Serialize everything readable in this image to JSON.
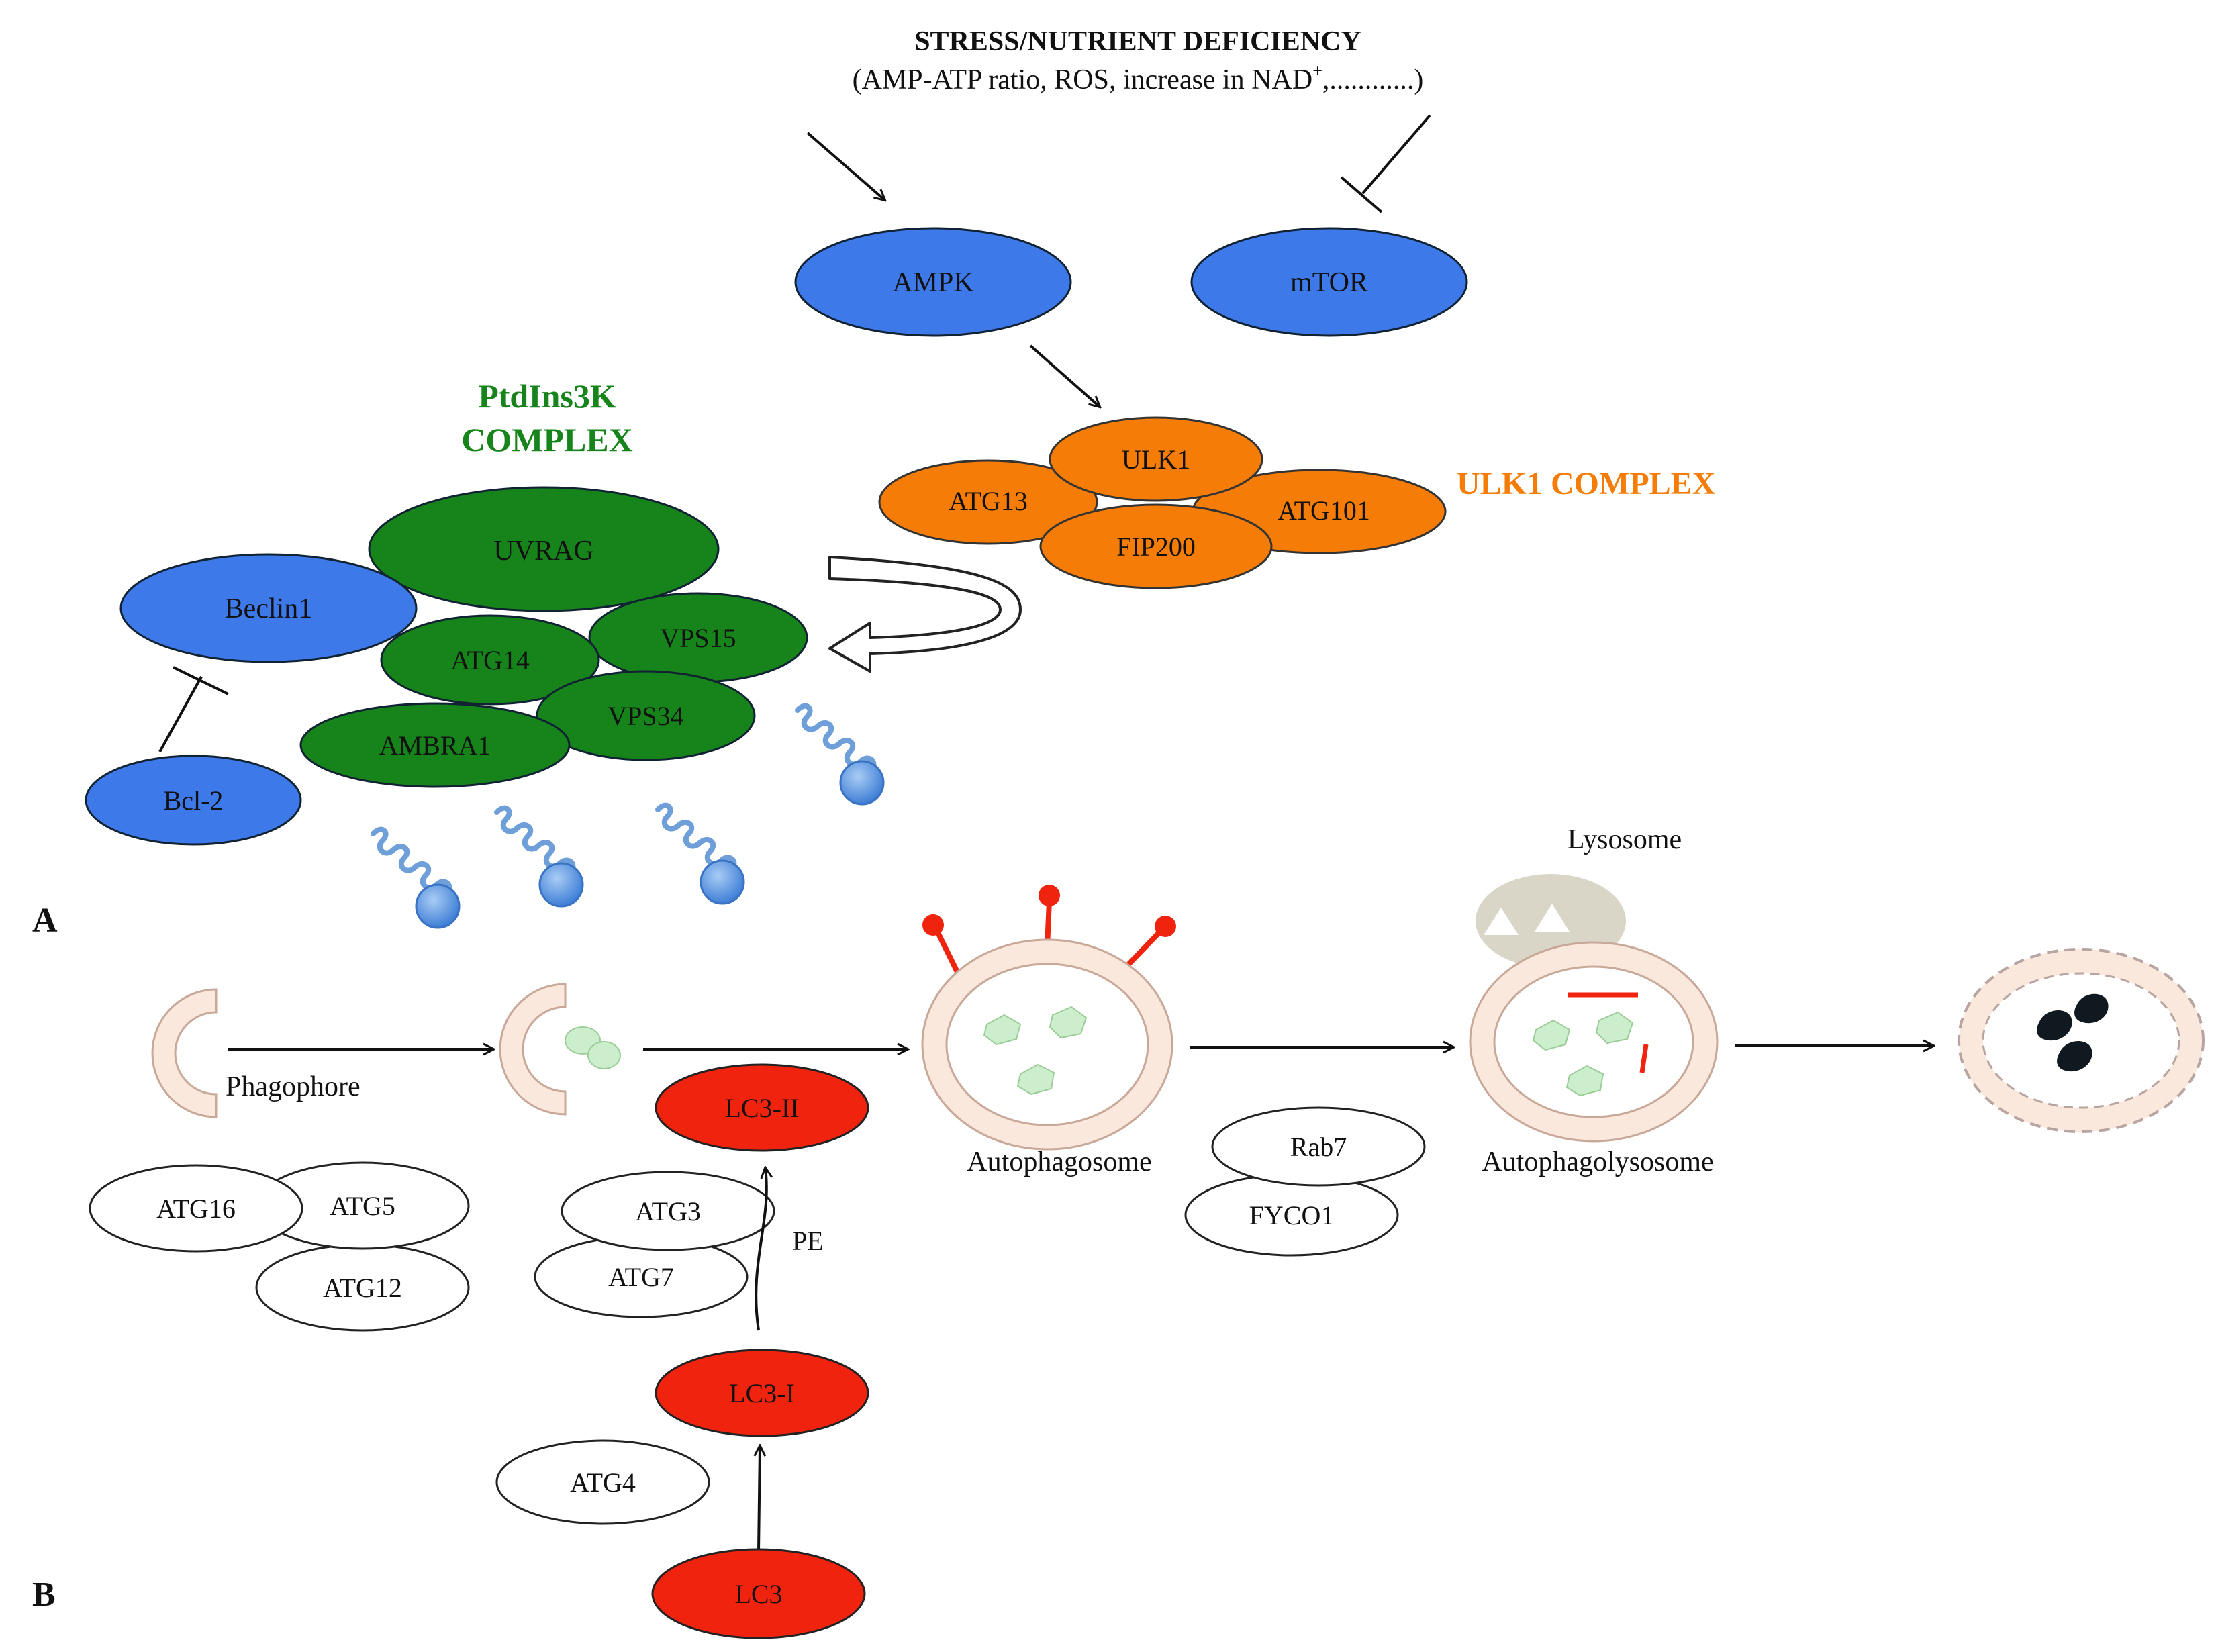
{
  "header": {
    "title": "STRESS/NUTRIENT DEFICIENCY",
    "subtitle_prefix": "(AMP-ATP ratio, ROS, increase in NAD",
    "subtitle_sup": "+",
    "subtitle_suffix": ",............)"
  },
  "panel_labels": {
    "a": "A",
    "b": "B"
  },
  "complexes": {
    "ptdins3k_line1": "PtdIns3K",
    "ptdins3k_line2": "COMPLEX",
    "ulk1": "ULK1 COMPLEX"
  },
  "proteins": {
    "ampk": "AMPK",
    "mtor": "mTOR",
    "ulk1": "ULK1",
    "atg13": "ATG13",
    "fip200": "FIP200",
    "atg101": "ATG101",
    "uvrag": "UVRAG",
    "beclin1": "Beclin1",
    "atg14": "ATG14",
    "vps15": "VPS15",
    "vps34": "VPS34",
    "ambra1": "AMBRA1",
    "bcl2": "Bcl-2",
    "atg16": "ATG16",
    "atg5": "ATG5",
    "atg12": "ATG12",
    "atg3": "ATG3",
    "atg7": "ATG7",
    "lc3_ii": "LC3-II",
    "lc3_i": "LC3-I",
    "lc3": "LC3",
    "atg4": "ATG4",
    "rab7": "Rab7",
    "fyco1": "FYCO1"
  },
  "stages": {
    "phagophore": "Phagophore",
    "autophagosome": "Autophagosome",
    "lysosome": "Lysosome",
    "autophagolysosome": "Autophagolysosome"
  },
  "annotations": {
    "pe": "PE"
  },
  "colors": {
    "blue": "#3d79e8",
    "green": "#16831b",
    "orange": "#f57c06",
    "red": "#f0230f",
    "membrane": "#fae8dd",
    "membrane_stroke": "#c8a898",
    "cargo": "#cdeecc",
    "lysosome": "#d9d5c7",
    "lipid": "#6f9fd8"
  }
}
